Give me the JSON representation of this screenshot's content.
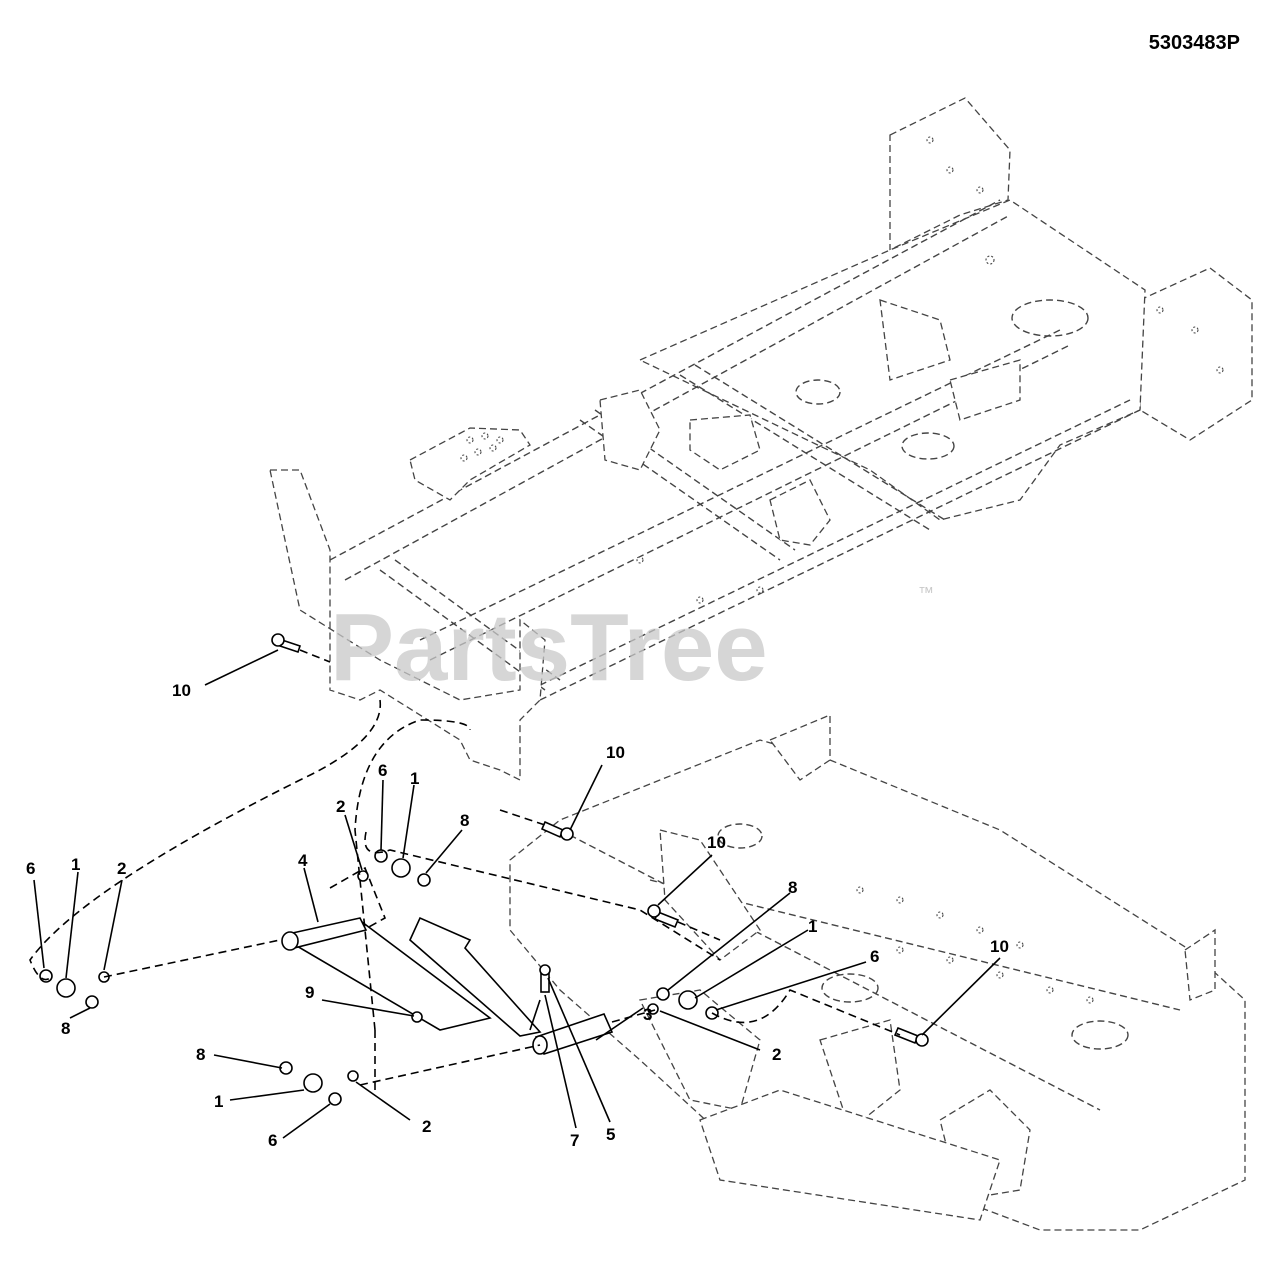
{
  "part_number": "5303483P",
  "watermark": {
    "text": "PartsTree",
    "tm": "™"
  },
  "callouts": {
    "c1a": "10",
    "c1b": "10",
    "c1c": "10",
    "c1d": "10",
    "c2a": "2",
    "c6a": "6",
    "c1_1": "1",
    "c8a": "8",
    "c6b": "6",
    "c1_2": "1",
    "c2b": "2",
    "c4": "4",
    "c8b": "8",
    "c9": "9",
    "c8c": "8",
    "c1_3": "1",
    "c6c": "6",
    "c2c": "2",
    "c8d": "8",
    "c1_4": "1",
    "c6d": "6",
    "c2d": "2",
    "c3": "3",
    "c7": "7",
    "c5": "5"
  }
}
